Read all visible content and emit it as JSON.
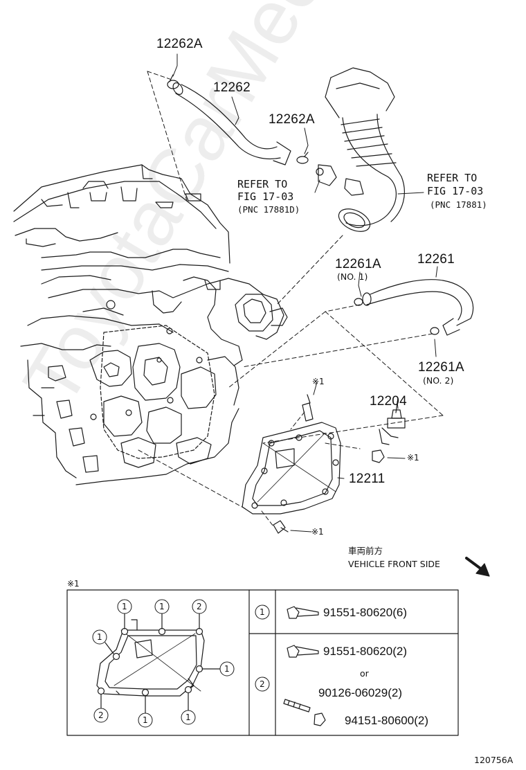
{
  "watermark": "ToyotaCarMee.ru",
  "labels": {
    "p12262A_top": "12262A",
    "p12262": "12262",
    "p12262A_mid": "12262A",
    "refer_left_1": "REFER TO",
    "refer_left_2": "FIG 17-03",
    "refer_left_3": "(PNC 17881D)",
    "refer_right_1": "REFER TO",
    "refer_right_2": "FIG 17-03",
    "refer_right_3": "(PNC 17881)",
    "p12261A_no1": "12261A",
    "no1": "(NO. 1)",
    "p12261": "12261",
    "p12261A_no2": "12261A",
    "no2": "(NO. 2)",
    "p12204": "12204",
    "p12211": "12211",
    "note_stud": "※1",
    "note_nut": "※1",
    "note_bolt": "※1",
    "front_jp": "車両前方",
    "front_en": "VEHICLE FRONT SIDE",
    "table_note": "※1",
    "figure_id": "120756A"
  },
  "detail_callouts": {
    "top": [
      "1",
      "1",
      "2"
    ],
    "left": "1",
    "right": "1",
    "bottom": [
      "2",
      "1",
      "1"
    ]
  },
  "table": {
    "rows": [
      {
        "key": "1",
        "parts": [
          {
            "number": "91551-80620(6)",
            "icon": "flange-bolt-icon"
          }
        ]
      },
      {
        "key": "2",
        "parts": [
          {
            "number": "91551-80620(2)",
            "icon": "flange-bolt-icon"
          },
          {
            "separator": "or"
          },
          {
            "number": "90126-06029(2)",
            "icon": "stud-bolt-icon"
          },
          {
            "number": "94151-80600(2)",
            "icon": "nut-icon"
          }
        ]
      }
    ]
  }
}
